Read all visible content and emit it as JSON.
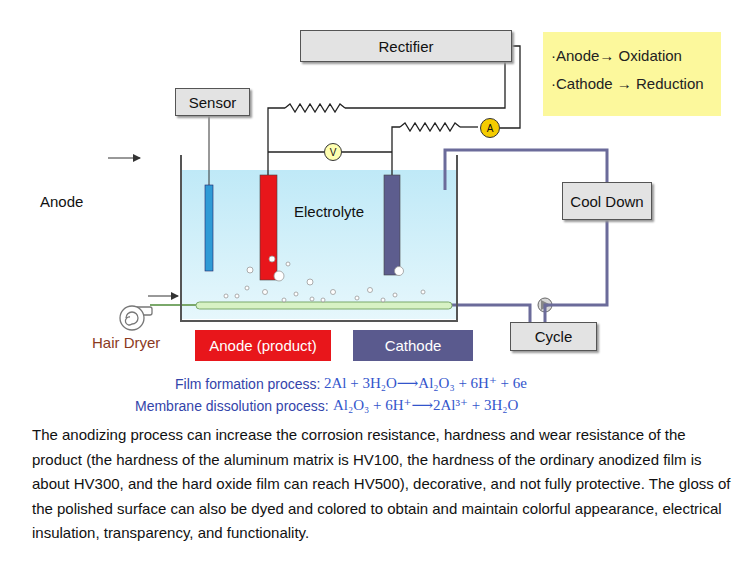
{
  "diagram": {
    "nodes": [
      {
        "text": [
          "Rectifier"
        ]
      },
      {
        "text": [
          "·Anode→ Oxidation",
          "·Cathode → Reduction"
        ]
      },
      {
        "text": [
          "Sensor"
        ]
      },
      {
        "text": [
          "V"
        ]
      },
      {
        "text": [
          "A"
        ]
      },
      {
        "text": [
          "Electrolyte"
        ]
      },
      {
        "text": [
          "Cool Down"
        ]
      },
      {
        "text": [
          "Cycle"
        ]
      },
      {
        "text": [
          "Anode (product)"
        ]
      },
      {
        "text": [
          "Cathode"
        ]
      }
    ],
    "edges": [
      {
        "from": 0,
        "to": 4,
        "arrow": "none"
      },
      {
        "from": 2,
        "to": 5,
        "arrow": "none"
      },
      {
        "from": 5,
        "to": 6,
        "arrow": "none"
      },
      {
        "from": 6,
        "to": 7,
        "arrow": "none"
      },
      {
        "from": 7,
        "to": 5,
        "arrow": "none"
      }
    ],
    "labels": [
      "Anode",
      "Hair Dryer",
      "Film formation process:",
      "2Al + 3H₂O⟶Al₂O₃ + 6H⁺ + 6e",
      "Membrane dissolution process:",
      "Al₂O₃ + 6H⁺⟶2Al³⁺ + 3H₂O",
      "The anodizing process can increase the corrosion resistance, hardness and wear resistance of the product (the hardness of the aluminum matrix is HV100, the hardness of the ordinary anodized film is about HV300, and the hard oxide film can reach HV500), decorative, and not fully protective. The gloss of the polished surface can also be dyed and colored to obtain and maintain colorful appearance, electrical insulation, transparency, and functionality."
    ]
  }
}
